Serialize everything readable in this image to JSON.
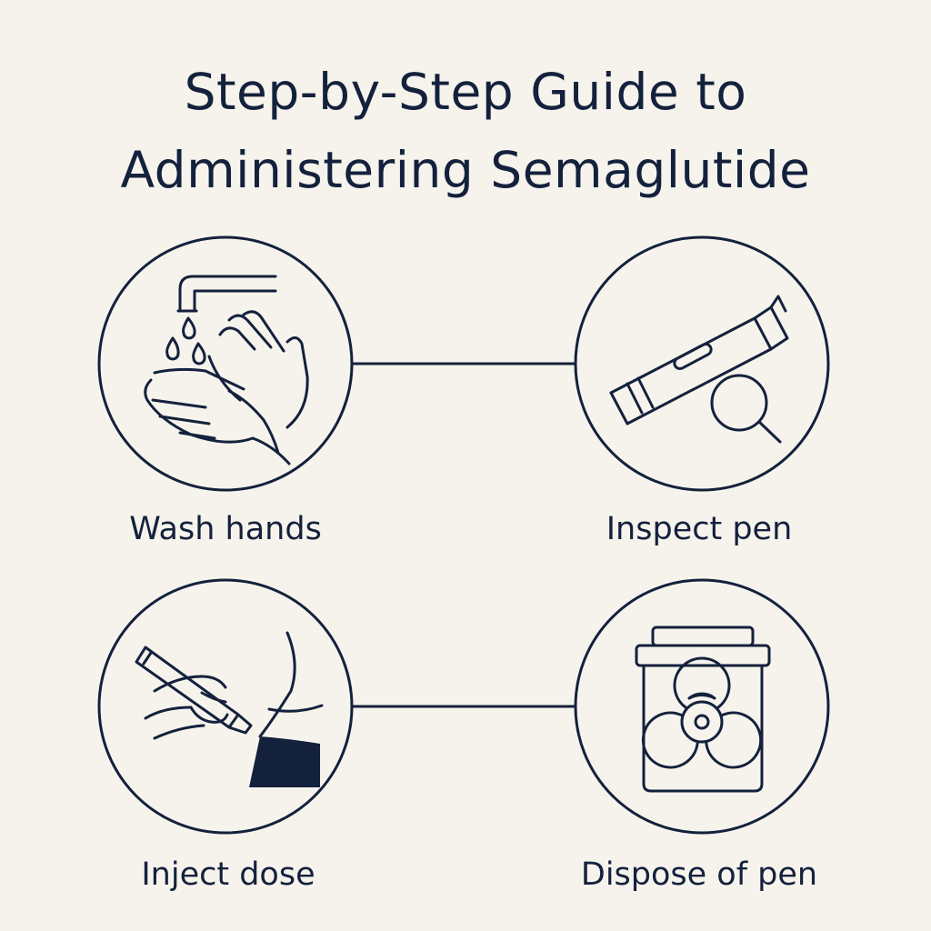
{
  "title": {
    "line1": "Step-by-Step Guide to",
    "line2": "Administering Semaglutide"
  },
  "steps": [
    {
      "label": "Wash hands",
      "icon": "hand-washing-icon"
    },
    {
      "label": "Inspect pen",
      "icon": "pen-inspection-icon"
    },
    {
      "label": "Inject dose",
      "icon": "injection-icon"
    },
    {
      "label": "Dispose of pen",
      "icon": "biohazard-container-icon"
    }
  ],
  "colors": {
    "ink": "#14213d",
    "background": "#f6f3ec"
  }
}
